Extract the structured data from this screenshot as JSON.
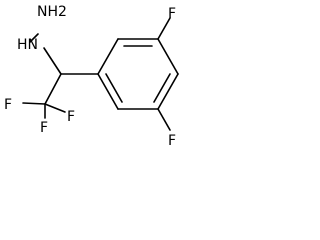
{
  "molecule": {
    "labels": {
      "hydrazine": "NH2",
      "amine": "HN",
      "f_cf3_left": "F",
      "f_cf3_lower": "F",
      "f_cf3_right": "F",
      "f_ring_top": "F",
      "f_ring_bottom": "F"
    }
  },
  "colors": {
    "bond": "#000000",
    "text": "#000000",
    "background": "#ffffff"
  }
}
